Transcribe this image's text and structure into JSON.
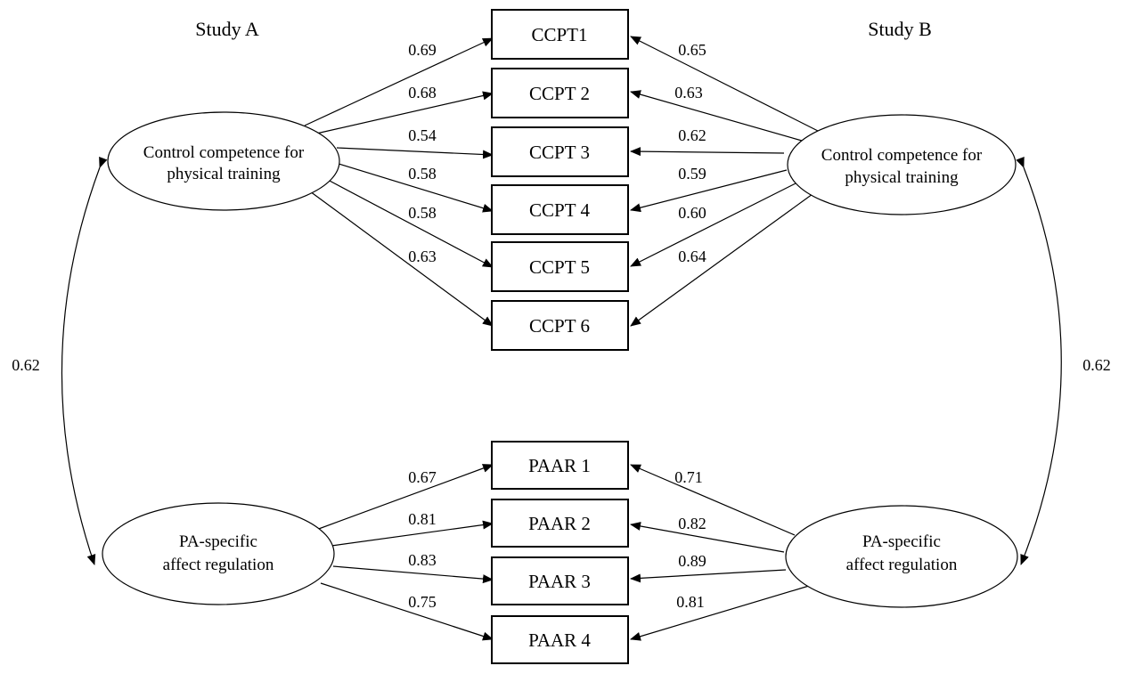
{
  "titles": {
    "study_a": "Study A",
    "study_b": "Study B"
  },
  "latents": {
    "ccpt_a": {
      "lines": [
        "Control competence for",
        "physical training"
      ]
    },
    "ccpt_b": {
      "lines": [
        "Control competence for",
        "physical training"
      ]
    },
    "paar_a": {
      "lines": [
        "PA-specific",
        "affect regulation"
      ]
    },
    "paar_b": {
      "lines": [
        "PA-specific",
        "affect regulation"
      ]
    }
  },
  "indicators": {
    "ccpt": [
      "CCPT1",
      "CCPT 2",
      "CCPT 3",
      "CCPT 4",
      "CCPT 5",
      "CCPT 6"
    ],
    "paar": [
      "PAAR 1",
      "PAAR 2",
      "PAAR 3",
      "PAAR 4"
    ]
  },
  "loadings": {
    "study_a": {
      "ccpt": [
        "0.69",
        "0.68",
        "0.54",
        "0.58",
        "0.58",
        "0.63"
      ],
      "paar": [
        "0.67",
        "0.81",
        "0.83",
        "0.75"
      ]
    },
    "study_b": {
      "ccpt": [
        "0.65",
        "0.63",
        "0.62",
        "0.59",
        "0.60",
        "0.64"
      ],
      "paar": [
        "0.71",
        "0.82",
        "0.89",
        "0.81"
      ]
    }
  },
  "correlations": {
    "study_a": "0.62",
    "study_b": "0.62"
  }
}
